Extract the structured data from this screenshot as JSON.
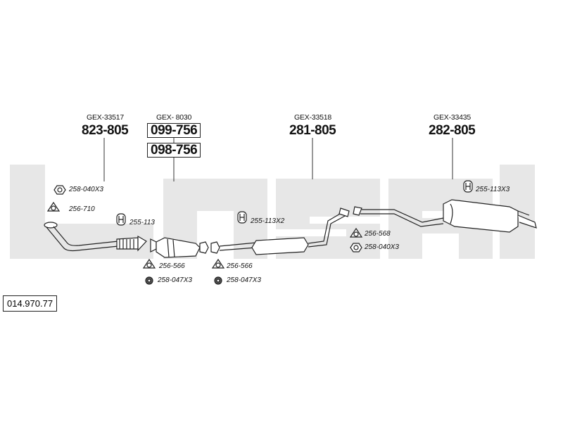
{
  "reference": "014.970.77",
  "assemblies": [
    {
      "gex": "GEX-33517",
      "part_numbers": [
        "823-805"
      ]
    },
    {
      "gex": "GEX- 8030",
      "part_numbers": [
        "099-756",
        "098-756"
      ]
    },
    {
      "gex": "GEX-33518",
      "part_numbers": [
        "281-805"
      ]
    },
    {
      "gex": "GEX-33435",
      "part_numbers": [
        "282-805"
      ]
    }
  ],
  "parts": [
    {
      "label": "258-040X3",
      "icon": "nut-icon"
    },
    {
      "label": "256-710",
      "icon": "gasket-icon"
    },
    {
      "label": "255-113",
      "icon": "hanger-icon"
    },
    {
      "label": "256-566",
      "icon": "gasket-icon"
    },
    {
      "label": "258-047X3",
      "icon": "nut-icon"
    },
    {
      "label": "256-566",
      "icon": "gasket-icon"
    },
    {
      "label": "258-047X3",
      "icon": "nut-icon"
    },
    {
      "label": "255-113X2",
      "icon": "hanger-icon"
    },
    {
      "label": "256-568",
      "icon": "gasket-icon"
    },
    {
      "label": "258-040X3",
      "icon": "nut-icon"
    },
    {
      "label": "255-113X3",
      "icon": "hanger-icon"
    }
  ],
  "colors": {
    "watermark": "#e6e6e6",
    "line": "#222222"
  }
}
